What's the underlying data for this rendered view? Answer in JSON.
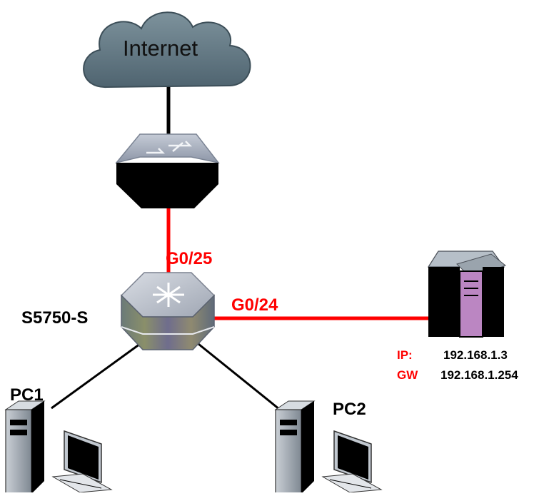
{
  "cloud": {
    "label": "Internet"
  },
  "switch": {
    "name": "S5750-S"
  },
  "ports": {
    "uplink": "G0/25",
    "server_link": "G0/24"
  },
  "server": {
    "ip_key": "IP:",
    "ip_value": "192.168.1.3",
    "gw_key": "GW",
    "gw_value": "192.168.1.254"
  },
  "pcs": [
    {
      "label": "PC1"
    },
    {
      "label": "PC2"
    }
  ],
  "colors": {
    "link_red": "#ff0000",
    "link_black": "#000000",
    "cloud": "#5f7581",
    "router_top": "#9aa2b2"
  },
  "icons": {
    "cloud": "cloud-icon",
    "router": "router-icon",
    "switch": "switch-icon",
    "server": "server-icon",
    "pc": "desktop-pc-icon"
  }
}
